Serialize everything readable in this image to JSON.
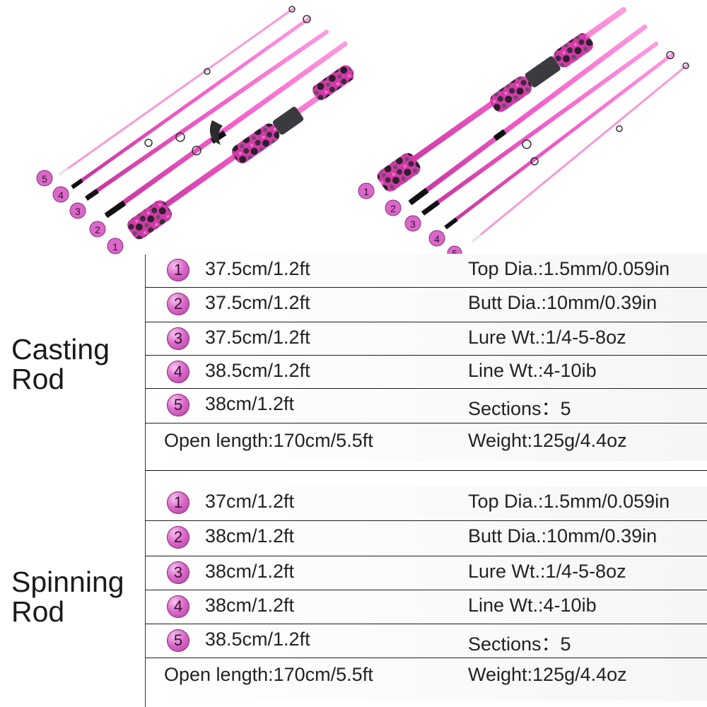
{
  "casting": {
    "title_line1": "Casting",
    "title_line2": "Rod",
    "rows": [
      {
        "num": "1",
        "length": "37.5cm/1.2ft",
        "spec": "Top Dia.:1.5mm/0.059in"
      },
      {
        "num": "2",
        "length": "37.5cm/1.2ft",
        "spec": "Butt Dia.:10mm/0.39in"
      },
      {
        "num": "3",
        "length": "37.5cm/1.2ft",
        "spec": "Lure Wt.:1/4-5-8oz"
      },
      {
        "num": "4",
        "length": "38.5cm/1.2ft",
        "spec": "Line Wt.:4-10ib"
      },
      {
        "num": "5",
        "length": "38cm/1.2ft",
        "spec": "Sections：5"
      }
    ],
    "open_length": "Open length:170cm/5.5ft",
    "weight": "Weight:125g/4.4oz"
  },
  "spinning": {
    "title_line1": "Spinning",
    "title_line2": "Rod",
    "rows": [
      {
        "num": "1",
        "length": "37cm/1.2ft",
        "spec": "Top Dia.:1.5mm/0.059in"
      },
      {
        "num": "2",
        "length": "38cm/1.2ft",
        "spec": "Butt Dia.:10mm/0.39in"
      },
      {
        "num": "3",
        "length": "38cm/1.2ft",
        "spec": "Lure Wt.:1/4-5-8oz"
      },
      {
        "num": "4",
        "length": "38cm/1.2ft",
        "spec": "Line Wt.:4-10ib"
      },
      {
        "num": "5",
        "length": "38.5cm/1.2ft",
        "spec": "Sections：5"
      }
    ],
    "open_length": "Open length:170cm/5.5ft",
    "weight": "Weight:125g/4.4oz"
  },
  "illustration": {
    "casting_badges": [
      "5",
      "4",
      "3",
      "2",
      "1"
    ],
    "spinning_badges": [
      "1",
      "2",
      "3",
      "4",
      "5"
    ],
    "colors": {
      "rod_pink": "#f25cc9",
      "camo_dark": "#3a2a3a",
      "camo_pink": "#d23aa8",
      "reel_seat": "#3a3a40",
      "badge_pink": "#d968c8"
    }
  }
}
